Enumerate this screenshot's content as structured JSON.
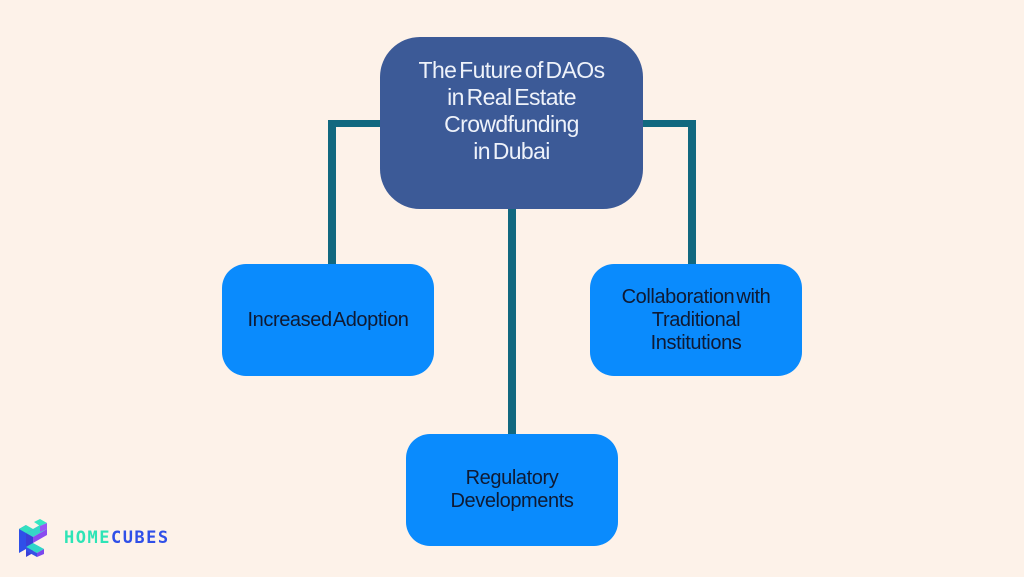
{
  "diagram": {
    "root": {
      "label": "The Future of DAOs\nin Real Estate\nCrowdfunding\nin Dubai",
      "color": "#3c5a97"
    },
    "children": [
      {
        "label": "Increased Adoption",
        "color": "#0a8bfd"
      },
      {
        "label": "Collaboration with\nTraditional\nInstitutions",
        "color": "#0a8bfd"
      },
      {
        "label": "Regulatory\nDevelopments",
        "color": "#0a8bfd"
      }
    ],
    "connector_color": "#11687f",
    "background_color": "#fdf2e9"
  },
  "branding": {
    "logo_icon": "homecubes-cube-icon",
    "name_part1": "HOME",
    "name_part2": "CUBES",
    "colors": {
      "part1": "#2ee4b6",
      "part2": "#2f4fe8"
    }
  }
}
